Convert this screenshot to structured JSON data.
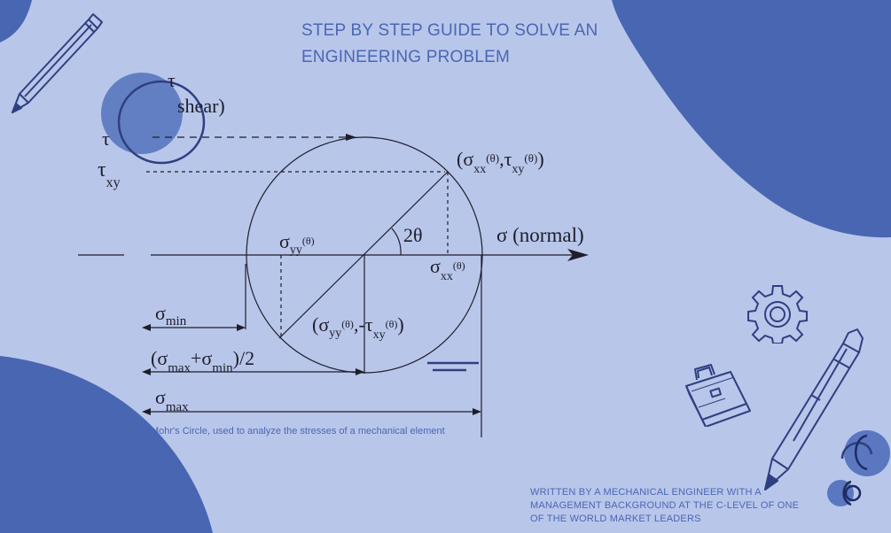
{
  "title": {
    "line1": "STEP BY STEP GUIDE TO SOLVE AN",
    "line2": "ENGINEERING PROBLEM"
  },
  "caption": "Mohr's Circle, used to analyze the stresses of a mechanical element",
  "footer": {
    "line1": "WRITTEN  BY A MECHANICAL ENGINEER WITH A",
    "line2": "MANAGEMENT BACKGROUND AT THE C-LEVEL OF ONE",
    "line3": "OF THE WORLD MARKET LEADERS"
  },
  "diagram": {
    "tau": "τ",
    "shear": "shear)",
    "tau_axis": "τ",
    "tau_xy_sym": "τ",
    "tau_xy_sub": "xy",
    "point_top_label": "(σ",
    "point_top_sub1": "xx",
    "point_top_sup1": "(θ)",
    "point_top_mid": ",τ",
    "point_top_sub2": "xy",
    "point_top_sup2": "(θ)",
    "point_top_end": ")",
    "angle_label": "2θ",
    "normal_label": "σ (normal)",
    "sigma_yy_sym": "σ",
    "sigma_yy_sub": "yy",
    "sigma_yy_sup": "(θ)",
    "sigma_xx_sym": "σ",
    "sigma_xx_sub": "xx",
    "sigma_xx_sup": "(θ)",
    "point_bottom_label": "(σ",
    "point_bottom_sub1": "yy",
    "point_bottom_sup1": "(θ)",
    "point_bottom_mid": ",-τ",
    "point_bottom_sub2": "xy",
    "point_bottom_sup2": "(θ)",
    "point_bottom_end": ")",
    "sigma_min_sym": "σ",
    "sigma_min_sub": "min",
    "avg_open": "(σ",
    "avg_sub1": "max",
    "avg_plus": "+σ",
    "avg_sub2": "min",
    "avg_close": ")/2",
    "sigma_max_sym": "σ",
    "sigma_max_sub": "max"
  },
  "icons": [
    "pencil-icon",
    "gear-icon",
    "briefcase-icon",
    "pen-icon"
  ],
  "colors": {
    "background": "#b8c6ea",
    "blob": "#4966b2",
    "text_accent": "#4a67b4",
    "ink": "#1e1e2a",
    "sketch": "#2f3f80"
  }
}
